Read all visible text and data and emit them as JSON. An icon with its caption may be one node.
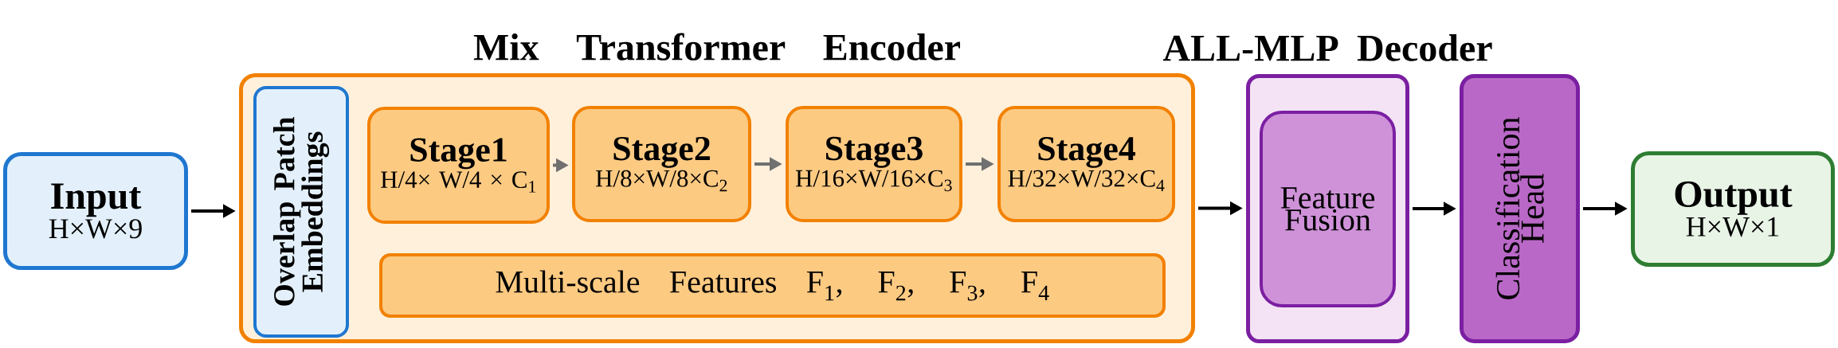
{
  "diagram": {
    "nodes": [
      {
        "text": [
          "Input",
          "H×W×9"
        ]
      },
      {
        "text": [
          "Mix Transformer Encoder"
        ]
      },
      {
        "text": [
          "Overlap Patch Embeddings"
        ],
        "in": 1
      },
      {
        "text": [
          "Stage1",
          "H/4× W/4 × C$_{1}$"
        ],
        "in": 1
      },
      {
        "text": [
          "Stage2",
          "H/8×W/8×C$_{2}$"
        ],
        "in": 1
      },
      {
        "text": [
          "Stage3",
          "H/16×W/16×C$_{3}$"
        ],
        "in": 1
      },
      {
        "text": [
          "Stage4",
          "H/32×W/32×C$_{4}$"
        ],
        "in": 1
      },
      {
        "text": [
          "Multi-scale Features F$_{1}$, F$_{2}$, F$_{3}$, F$_{4}$"
        ],
        "in": 1
      },
      {
        "text": [
          "ALL-MLP Decoder"
        ]
      },
      {
        "text": [
          "Feature Fusion"
        ],
        "in": 8
      },
      {
        "text": [
          "Classification Head"
        ]
      },
      {
        "text": [
          "Output",
          "H×W×1"
        ]
      }
    ],
    "edges": [
      {
        "from": 0,
        "to": 1,
        "arrow": "to"
      },
      {
        "from": 3,
        "to": 4,
        "arrow": "to",
        "color": "#707070"
      },
      {
        "from": 4,
        "to": 5,
        "arrow": "to",
        "color": "#707070"
      },
      {
        "from": 5,
        "to": 6,
        "arrow": "to",
        "color": "#707070"
      },
      {
        "from": 1,
        "to": 8,
        "arrow": "to"
      },
      {
        "from": 8,
        "to": 10,
        "arrow": "to"
      },
      {
        "from": 10,
        "to": 11,
        "arrow": "to"
      }
    ]
  }
}
